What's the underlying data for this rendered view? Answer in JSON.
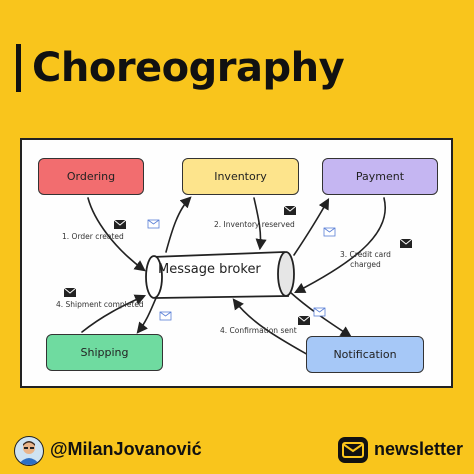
{
  "title": "Choreography",
  "diagram": {
    "nodes": {
      "ordering": "Ordering",
      "inventory": "Inventory",
      "payment": "Payment",
      "shipping": "Shipping",
      "notification": "Notification",
      "broker": "Message broker"
    },
    "edges": {
      "order_created": "1. Order created",
      "inventory_reserved": "2. Inventory reserved",
      "credit_card_line1": "3. Credit card",
      "credit_card_line2": "charged",
      "confirmation_sent": "4. Confirmation sent",
      "shipment_completed": "4. Shipment completed"
    }
  },
  "footer": {
    "author": "@MilanJovanović",
    "newsletter": "newsletter",
    "icons": [
      "avatar",
      "mail-icon"
    ]
  },
  "colors": {
    "background": "#f9c51c",
    "ordering": "#f26d6f",
    "inventory": "#fde48c",
    "payment": "#c5b6f2",
    "shipping": "#6fdba0",
    "notification": "#a6c8f7"
  }
}
